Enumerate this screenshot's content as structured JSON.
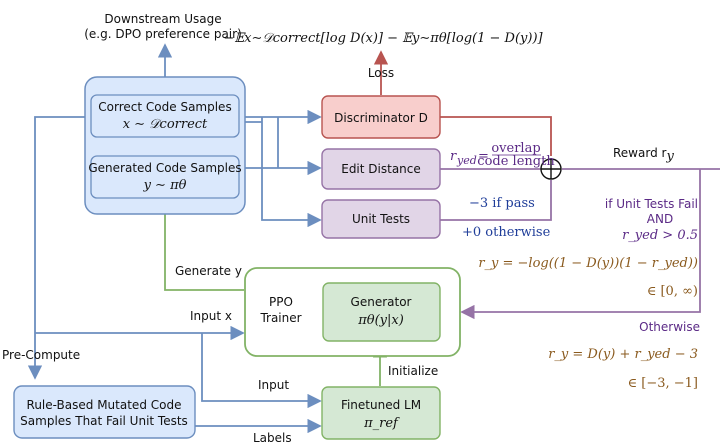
{
  "top": {
    "downstream_line1": "Downstream Usage",
    "downstream_line2": "(e.g. DPO preference pair)",
    "loss_formula": "−𝔼x∼𝒟correct[log D(x)] − 𝔼y∼πθ[log(1 − D(y))]",
    "loss_label": "Loss"
  },
  "left_group": {
    "correct_title": "Correct Code Samples",
    "correct_math": "x ∼ 𝒟correct",
    "generated_title": "Generated Code Samples",
    "generated_math": "y ∼ πθ"
  },
  "modules": {
    "discriminator": "Discriminator D",
    "edit_distance": "Edit Distance",
    "unit_tests": "Unit Tests"
  },
  "reward": {
    "ryed_formula": "r_yed = overlap / code length",
    "ryed_lhs": "r",
    "ryed_sub": "yed",
    "ryed_eq": "=",
    "frac_num": "overlap",
    "frac_den": "code length",
    "pass_text": "−3 if pass",
    "otherwise_text": "+0 otherwise",
    "reward_label": "Reward r",
    "reward_sub": "y",
    "cond_fail_1": "if Unit Tests Fail",
    "cond_fail_2": "AND",
    "cond_fail_3": "r_yed > 0.5",
    "formula_fail": "r_y = −log((1 − D(y))(1 − r_yed))",
    "range_fail": "∈ [0, ∞)",
    "otherwise": "Otherwise",
    "formula_other": "r_y = D(y) + r_yed − 3",
    "range_other": "∈ [−3, −1]"
  },
  "ppo": {
    "trainer_line1": "PPO",
    "trainer_line2": "Trainer",
    "generator_title": "Generator",
    "generator_math": "πθ(y|x)",
    "generate_label": "Generate y",
    "input_x_label": "Input x"
  },
  "bottom": {
    "precompute": "Pre-Compute",
    "mutated_line1": "Rule-Based Mutated Code",
    "mutated_line2": "Samples That Fail Unit Tests",
    "finetuned_title": "Finetuned LM",
    "finetuned_math": "π_ref",
    "input_label": "Input",
    "labels_label": "Labels",
    "initialize_label": "Initialize"
  },
  "colors": {
    "blue_fill": "#dae8fc",
    "blue_stroke": "#6c8ebf",
    "red_fill": "#f8cecc",
    "red_stroke": "#b85450",
    "purple_fill": "#e1d5e7",
    "purple_stroke": "#9673a6",
    "green_fill": "#d5e8d4",
    "green_stroke": "#82b366",
    "brown_line": "#8a5a1e"
  }
}
